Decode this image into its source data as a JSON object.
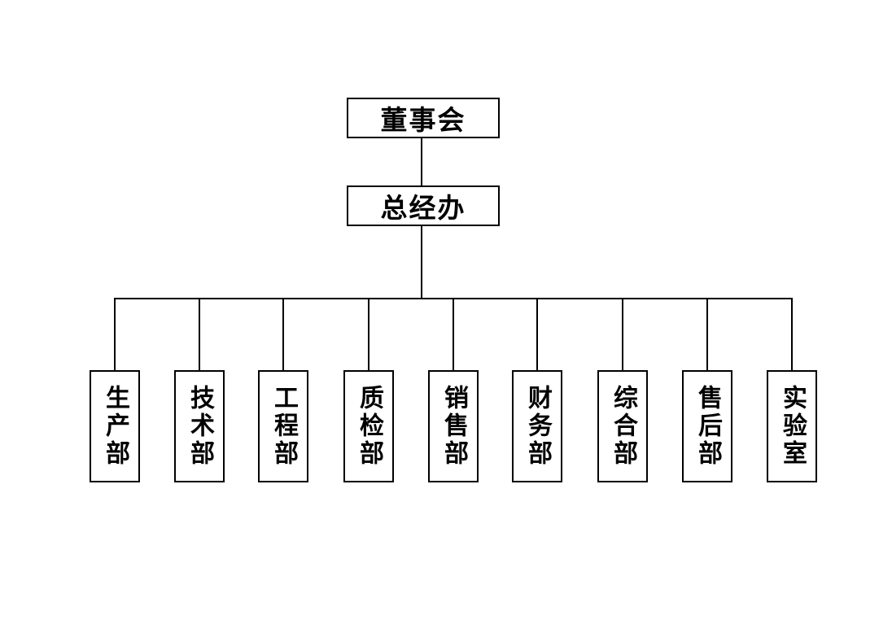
{
  "org_chart": {
    "root": {
      "label": "董事会"
    },
    "office": {
      "label": "总经办"
    },
    "departments": [
      {
        "label": "生产部"
      },
      {
        "label": "技术部"
      },
      {
        "label": "工程部"
      },
      {
        "label": "质检部"
      },
      {
        "label": "销售部"
      },
      {
        "label": "财务部"
      },
      {
        "label": "综合部"
      },
      {
        "label": "售后部"
      },
      {
        "label": "实验室"
      }
    ]
  },
  "colors": {
    "background": "#ffffff",
    "box_border": "#000000",
    "line": "#000000",
    "text": "#000000"
  }
}
